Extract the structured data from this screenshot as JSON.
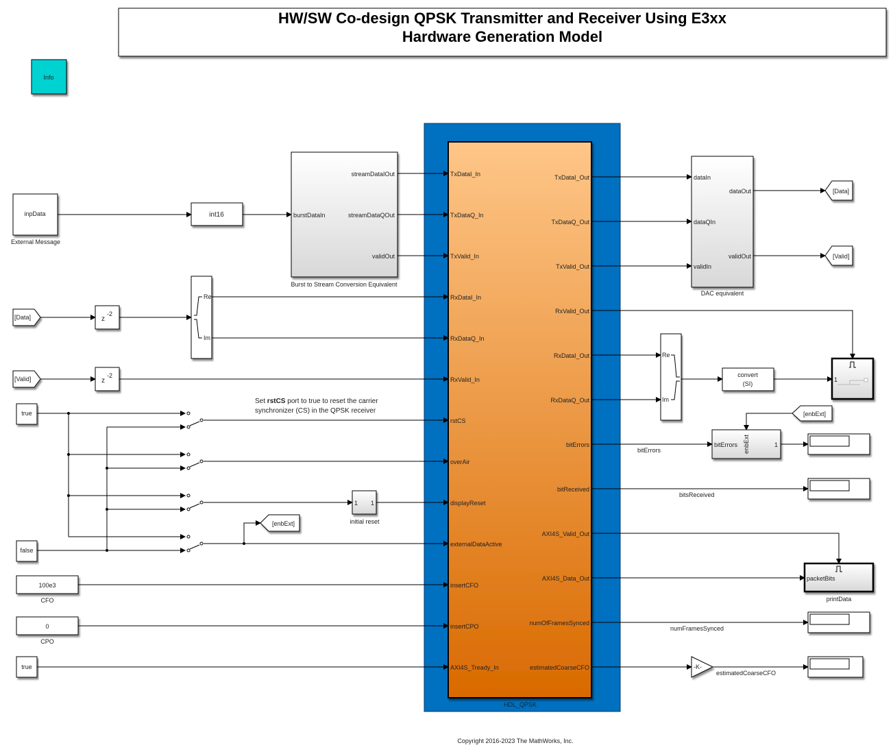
{
  "title": {
    "line1": "HW/SW Co-design QPSK Transmitter and Receiver Using E3xx",
    "line2": "Hardware Generation Model"
  },
  "info_label": "Info",
  "copyright": "Copyright 2016-2023 The MathWorks, Inc.",
  "annotation": {
    "prefix": "Set ",
    "bold": "rstCS",
    "suffix": " port to true to reset the carrier",
    "line2": "synchronizer (CS) in the QPSK receiver"
  },
  "source_blocks": {
    "inpData": {
      "label": "inpData",
      "caption": "External Message"
    },
    "int16": {
      "label": "int16"
    },
    "from_data": {
      "label": "[Data]"
    },
    "from_valid": {
      "label": "[Valid]"
    },
    "delay_label": "z",
    "delay_exp": "-2",
    "re": "Re",
    "im": "Im",
    "const_true1": "true",
    "const_false": "false",
    "cfo": {
      "value": "100e3",
      "caption": "CFO"
    },
    "cpo": {
      "value": "0",
      "caption": "CPO"
    },
    "const_true2": "true",
    "initial_reset": {
      "in": "1",
      "out": "1",
      "caption": "initial reset"
    },
    "goto_enbext": "[enbExt]"
  },
  "burst_block": {
    "caption": "Burst to Stream Conversion Equivalent",
    "input": "burstDataIn",
    "outputs": [
      "streamDataIOut",
      "streamDataQOut",
      "validOut"
    ]
  },
  "hdl_block": {
    "caption": "HDL_QPSK",
    "inputs": [
      "TxDataI_In",
      "TxDataQ_In",
      "TxValid_In",
      "RxDataI_In",
      "RxDataQ_In",
      "RxValid_In",
      "rstCS",
      "overAir",
      "displayReset",
      "externalDataActive",
      "insertCFO",
      "insertCPO",
      "AXI4S_Tready_In"
    ],
    "outputs": [
      "TxDataI_Out",
      "TxDataQ_Out",
      "TxValid_Out",
      "RxValid_Out",
      "RxDataI_Out",
      "RxDataQ_Out",
      "bitErrors",
      "bitReceived",
      "AXI4S_Valid_Out",
      "AXI4S_Data_Out",
      "numOfFramesSynced",
      "estimatedCoarseCFO"
    ]
  },
  "dac_block": {
    "caption": "DAC equivalent",
    "inputs": [
      "dataIn",
      "dataQIn",
      "validIn"
    ],
    "outputs": [
      "dataOut",
      "validOut"
    ]
  },
  "sink_blocks": {
    "goto_data": "[Data]",
    "goto_valid": "[Valid]",
    "re": "Re",
    "im": "Im",
    "convert": {
      "line1": "convert",
      "line2": "(SI)"
    },
    "scope_in": "1",
    "from_enbext": "[enbExt]",
    "enabled_sub": {
      "input": "bitErrors",
      "enable": "enbExt",
      "output": "1"
    },
    "print_data": {
      "input": "packetBits",
      "caption": "printData"
    },
    "gain": "-K-"
  },
  "signal_labels": {
    "bitErrors": "bitErrors",
    "bitsReceived": "bitsReceived",
    "numFramesSynced": "numFramesSynced",
    "estimatedCoarseCFO": "estimatedCoarseCFO"
  }
}
